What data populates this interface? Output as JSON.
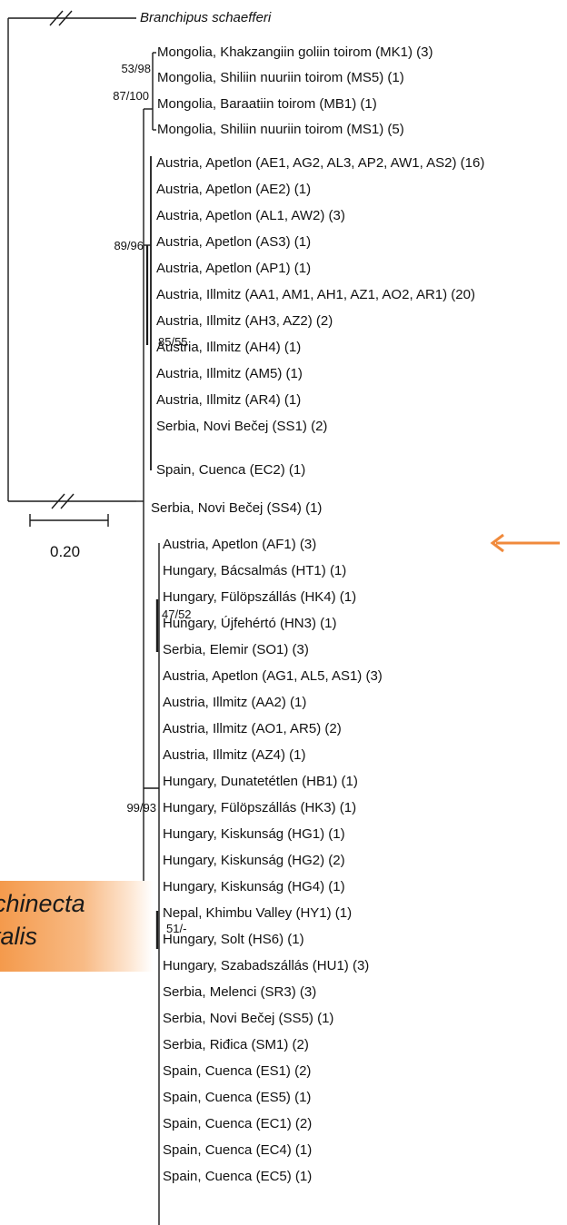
{
  "outgroup": "Branchipus schaefferi",
  "mongolia_clade": {
    "tips": [
      "Mongolia, Khakzangiin goliin toirom (MK1) (3)",
      "Mongolia, Shiliin nuuriin toirom (MS5) (1)",
      "Mongolia, Baraatiin toirom (MB1) (1)",
      "Mongolia, Shiliin nuuriin toirom (MS1) (5)"
    ],
    "supports": [
      "53/98",
      "87/100"
    ]
  },
  "austria_clade": {
    "tips": [
      "Austria, Apetlon (AE1, AG2, AL3, AP2, AW1, AS2) (16)",
      "Austria, Apetlon (AE2) (1)",
      "Austria, Apetlon (AL1, AW2) (3)",
      "Austria, Apetlon (AS3) (1)",
      "Austria, Apetlon (AP1) (1)",
      "Austria, Illmitz (AA1, AM1, AH1, AZ1, AO2, AR1) (20)",
      "Austria, Illmitz (AH3, AZ2) (2)",
      "Austria, Illmitz (AH4) (1)",
      "Austria, Illmitz (AM5) (1)",
      "Austria, Illmitz (AR4) (1)",
      "Serbia, Novi Bečej (SS1) (2)",
      "Spain, Cuenca (EC2) (1)"
    ],
    "supports": [
      "89/96",
      "85/55"
    ]
  },
  "ss4_tip": "Serbia, Novi Bečej (SS4) (1)",
  "lower_clade": {
    "tips": [
      "Austria, Apetlon (AF1) (3)",
      "Hungary, Bácsalmás (HT1) (1)",
      "Hungary, Fülöpszállás (HK4) (1)",
      "Hungary, Újfehértó (HN3) (1)",
      "Serbia, Elemir (SO1) (3)",
      "Austria, Apetlon (AG1, AL5, AS1) (3)",
      "Austria, Illmitz (AA2) (1)",
      "Austria, Illmitz (AO1, AR5) (2)",
      "Austria, Illmitz (AZ4) (1)",
      "Hungary, Dunatetétlen (HB1) (1)",
      "Hungary, Fülöpszállás (HK3) (1)",
      "Hungary, Kiskunság (HG1) (1)",
      "Hungary, Kiskunság (HG2) (2)",
      "Hungary, Kiskunság (HG4) (1)",
      "Nepal, Khimbu Valley (HY1) (1)",
      "Hungary, Solt (HS6) (1)",
      "Hungary, Szabadszállás (HU1) (3)",
      "Serbia, Melenci (SR3) (3)",
      "Serbia, Novi Bečej (SS5) (1)",
      "Serbia, Riđica (SM1) (2)",
      "Spain, Cuenca (ES1) (2)",
      "Spain, Cuenca (ES5) (1)",
      "Spain, Cuenca (EC1) (2)",
      "Spain, Cuenca (EC4) (1)",
      "Spain, Cuenca (EC5) (1)"
    ],
    "supports": [
      "47/52",
      "99/93",
      "51/-"
    ]
  },
  "scale_bar_label": "0.20",
  "species_label": "nchinecta\nntalis",
  "colors": {
    "branch": "#1a1a1a",
    "arrow": "#f08a3c",
    "highlight": "#f49a4c"
  }
}
